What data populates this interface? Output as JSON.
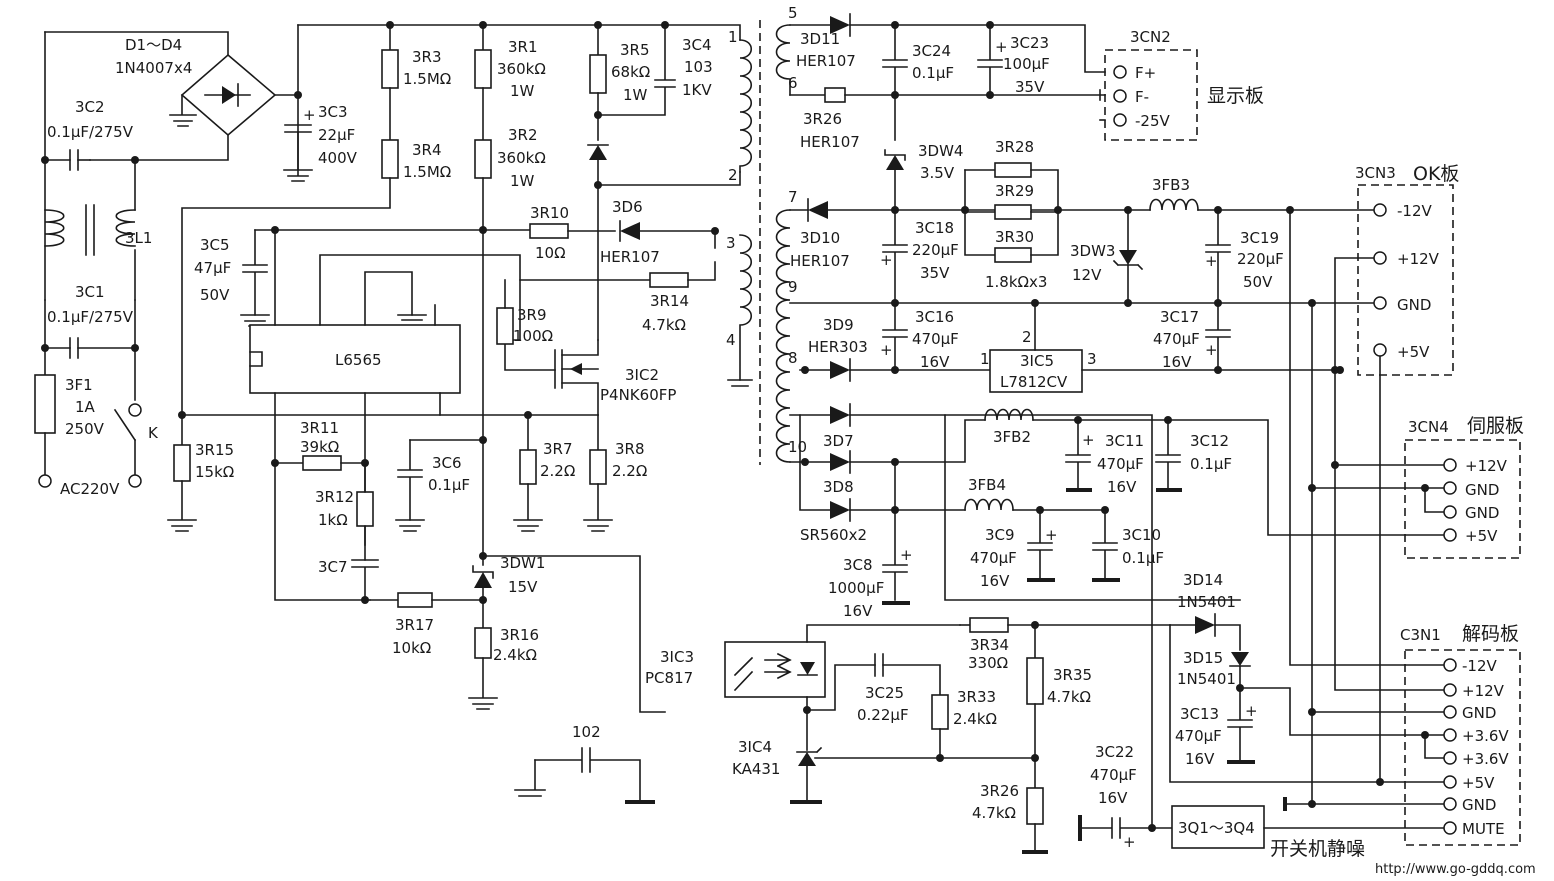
{
  "labels": {
    "d1d4": "D1～D4",
    "d1d4_part": "1N4007x4",
    "c2": "3C2",
    "c2_val": "0.1μF/275V",
    "l1": "3L1",
    "c1": "3C1",
    "c1_val": "0.1μF/275V",
    "f1": "3F1",
    "f1_a": "1A",
    "f1_v": "250V",
    "k": "K",
    "ac": "AC220V",
    "c3": "3C3",
    "c3_a": "22μF",
    "c3_b": "400V",
    "r3": "3R3",
    "r3_val": "1.5MΩ",
    "r4": "3R4",
    "r4_val": "1.5MΩ",
    "r1": "3R1",
    "r1_val": "360kΩ",
    "r1_w": "1W",
    "r2": "3R2",
    "r2_val": "360kΩ",
    "r2_w": "1W",
    "r5": "3R5",
    "r5_val": "68kΩ",
    "r5_w": "1W",
    "c4": "3C4",
    "c4_a": "103",
    "c4_b": "1KV",
    "c5": "3C5",
    "c5_a": "47μF",
    "c5_b": "50V",
    "ic1": "L6565",
    "r10": "3R10",
    "r10_val": "10Ω",
    "d6": "3D6",
    "d6_part": "HER107",
    "r14": "3R14",
    "r14_val": "4.7kΩ",
    "r9": "3R9",
    "r9_val": "100Ω",
    "ic2": "3IC2",
    "ic2_part": "P4NK60FP",
    "r15": "3R15",
    "r15_val": "15kΩ",
    "r11": "3R11",
    "r11_val": "39kΩ",
    "r12": "3R12",
    "r12_val": "1kΩ",
    "c6": "3C6",
    "c6_val": "0.1μF",
    "r7": "3R7",
    "r7_val": "2.2Ω",
    "r8": "3R8",
    "r8_val": "2.2Ω",
    "c7": "3C7",
    "dw1": "3DW1",
    "dw1_val": "15V",
    "r17": "3R17",
    "r17_val": "10kΩ",
    "r16": "3R16",
    "r16_val": "2.4kΩ",
    "ic3": "3IC3",
    "ic3_part": "PC817",
    "c102": "102",
    "ic4": "3IC4",
    "ic4_part": "KA431",
    "c25": "3C25",
    "c25_val": "0.22μF",
    "r33": "3R33",
    "r33_val": "2.4kΩ",
    "r34": "3R34",
    "r34_val": "330Ω",
    "r35": "3R35",
    "r35_val": "4.7kΩ",
    "r26b": "3R26",
    "r26b_val": "4.7kΩ",
    "c22": "3C22",
    "c22_a": "470μF",
    "c22_b": "16V",
    "q1q4": "3Q1～3Q4",
    "mute_cn": "开关机静噪",
    "pin1": "1",
    "pin2": "2",
    "pin3": "3",
    "pin4": "4",
    "pin5": "5",
    "pin6": "6",
    "pin7": "7",
    "pin8": "8",
    "pin9": "9",
    "pin10": "10",
    "d11": "3D11",
    "d11_part": "HER107",
    "r26": "3R26",
    "r26_part": "HER107",
    "c24": "3C24",
    "c24_val": "0.1μF",
    "c23": "3C23",
    "c23_a": "100μF",
    "c23_b": "35V",
    "cn2": "3CN2",
    "cn2_p1": "F+",
    "cn2_p2": "F-",
    "cn2_p3": "-25V",
    "cn2_name": "显示板",
    "dw4": "3DW4",
    "dw4_val": "3.5V",
    "r28": "3R28",
    "r29": "3R29",
    "r30": "3R30",
    "r283_val": "1.8kΩx3",
    "d10": "3D10",
    "d10_part": "HER107",
    "c18": "3C18",
    "c18_a": "220μF",
    "c18_b": "35V",
    "fb3": "3FB3",
    "dw3": "3DW3",
    "dw3_val": "12V",
    "c19": "3C19",
    "c19_a": "220μF",
    "c19_b": "50V",
    "cn3": "3CN3",
    "cn3_name": "OK板",
    "cn3_p1": "-12V",
    "cn3_p2": "+12V",
    "cn3_p3": "GND",
    "cn3_p4": "+5V",
    "d9": "3D9",
    "d9_part": "HER303",
    "c16": "3C16",
    "c16_a": "470μF",
    "c16_b": "16V",
    "ic5": "3IC5",
    "ic5_part": "L7812CV",
    "ic5_p1": "1",
    "ic5_p2": "2",
    "ic5_p3": "3",
    "c17": "3C17",
    "c17_a": "470μF",
    "c17_b": "16V",
    "d7": "3D7",
    "d8": "3D8",
    "d78_part": "SR560x2",
    "fb2": "3FB2",
    "c11": "3C11",
    "c11_a": "470μF",
    "c11_b": "16V",
    "c12": "3C12",
    "c12_val": "0.1μF",
    "cn4": "3CN4",
    "cn4_name": "伺服板",
    "cn4_p1": "+12V",
    "cn4_p2": "GND",
    "cn4_p3": "GND",
    "cn4_p4": "+5V",
    "fb4": "3FB4",
    "c9": "3C9",
    "c9_a": "470μF",
    "c9_b": "16V",
    "c10": "3C10",
    "c10_val": "0.1μF",
    "c8": "3C8",
    "c8_a": "1000μF",
    "c8_b": "16V",
    "d14": "3D14",
    "d14_part": "1N5401",
    "d15": "3D15",
    "d15_part": "1N5401",
    "c13": "3C13",
    "c13_a": "470μF",
    "c13_b": "16V",
    "c3n1": "C3N1",
    "c3n1_name": "解码板",
    "c3n1_p1": "-12V",
    "c3n1_p2": "+12V",
    "c3n1_p3": "GND",
    "c3n1_p4": "+3.6V",
    "c3n1_p5": "+3.6V",
    "c3n1_p6": "+5V",
    "c3n1_p7": "GND",
    "c3n1_p8": "MUTE",
    "url": "http://www.go-gddq.com",
    "plus": "+"
  }
}
